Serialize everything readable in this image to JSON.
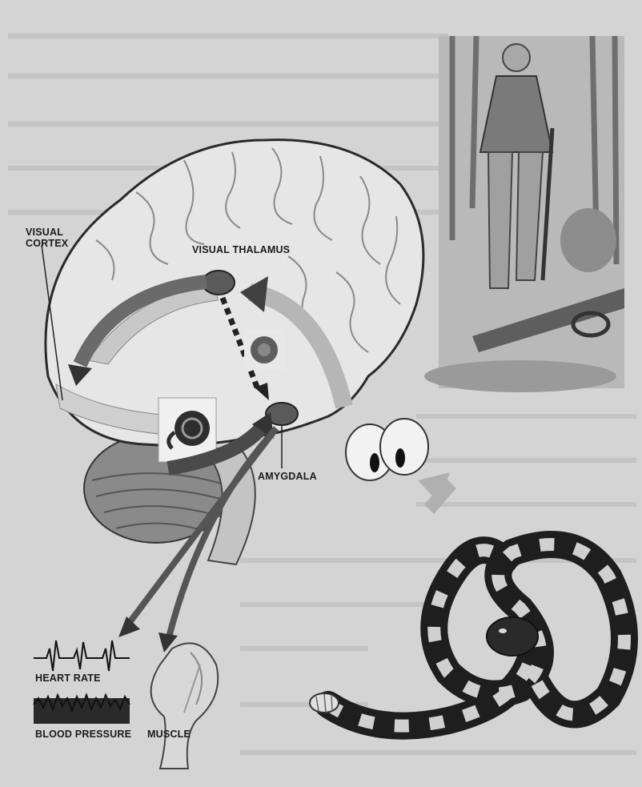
{
  "labels": {
    "visual_cortex": "VISUAL CORTEX",
    "visual_thalamus": "VISUAL THALAMUS",
    "amygdala": "AMYGDALA",
    "heart_rate": "HEART RATE",
    "blood_pressure": "BLOOD PRESSURE",
    "muscle": "MUSCLE"
  },
  "icons": {
    "brain": "brain-illustration-icon",
    "snake": "rattlesnake-icon",
    "hiker": "hiker-illustration-icon",
    "eyes": "eyes-icon",
    "leg": "leg-muscle-icon"
  },
  "colors": {
    "background": "#d4d4d4",
    "brain_fill": "#e6e6e6",
    "region_fill": "#5a5a5a",
    "arrow_dark": "#3a3a3a",
    "arrow_light": "#c8c8c8",
    "ink": "#1a1a1a"
  }
}
